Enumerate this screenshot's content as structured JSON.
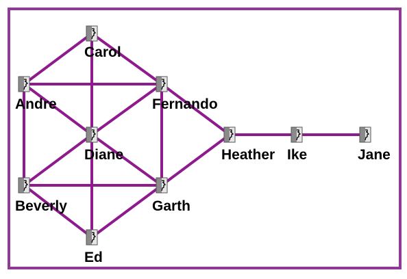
{
  "colors": {
    "frame": "#8e3a96",
    "edge": "#8e1a8e",
    "icon_light": "#e6e6e6",
    "icon_dark": "#8a8a8a",
    "icon_outline": "#555555",
    "label": "#000000"
  },
  "nodes": [
    {
      "id": "carol",
      "label": "Carol",
      "icon": "person-face-icon"
    },
    {
      "id": "andre",
      "label": "Andre",
      "icon": "person-face-icon"
    },
    {
      "id": "fernando",
      "label": "Fernando",
      "icon": "person-face-icon"
    },
    {
      "id": "diane",
      "label": "Diane",
      "icon": "person-face-icon"
    },
    {
      "id": "beverly",
      "label": "Beverly",
      "icon": "person-face-icon"
    },
    {
      "id": "garth",
      "label": "Garth",
      "icon": "person-face-icon"
    },
    {
      "id": "ed",
      "label": "Ed",
      "icon": "person-face-icon"
    },
    {
      "id": "heather",
      "label": "Heather",
      "icon": "person-face-icon"
    },
    {
      "id": "ike",
      "label": "Ike",
      "icon": "person-face-icon"
    },
    {
      "id": "jane",
      "label": "Jane",
      "icon": "person-face-icon"
    }
  ],
  "edges": [
    [
      "carol",
      "andre"
    ],
    [
      "carol",
      "fernando"
    ],
    [
      "carol",
      "ed"
    ],
    [
      "andre",
      "fernando"
    ],
    [
      "andre",
      "diane"
    ],
    [
      "andre",
      "beverly"
    ],
    [
      "fernando",
      "diane"
    ],
    [
      "fernando",
      "garth"
    ],
    [
      "fernando",
      "heather"
    ],
    [
      "diane",
      "beverly"
    ],
    [
      "diane",
      "garth"
    ],
    [
      "diane",
      "ed"
    ],
    [
      "beverly",
      "garth"
    ],
    [
      "beverly",
      "ed"
    ],
    [
      "garth",
      "ed"
    ],
    [
      "garth",
      "heather"
    ],
    [
      "heather",
      "ike"
    ],
    [
      "ike",
      "jane"
    ]
  ]
}
